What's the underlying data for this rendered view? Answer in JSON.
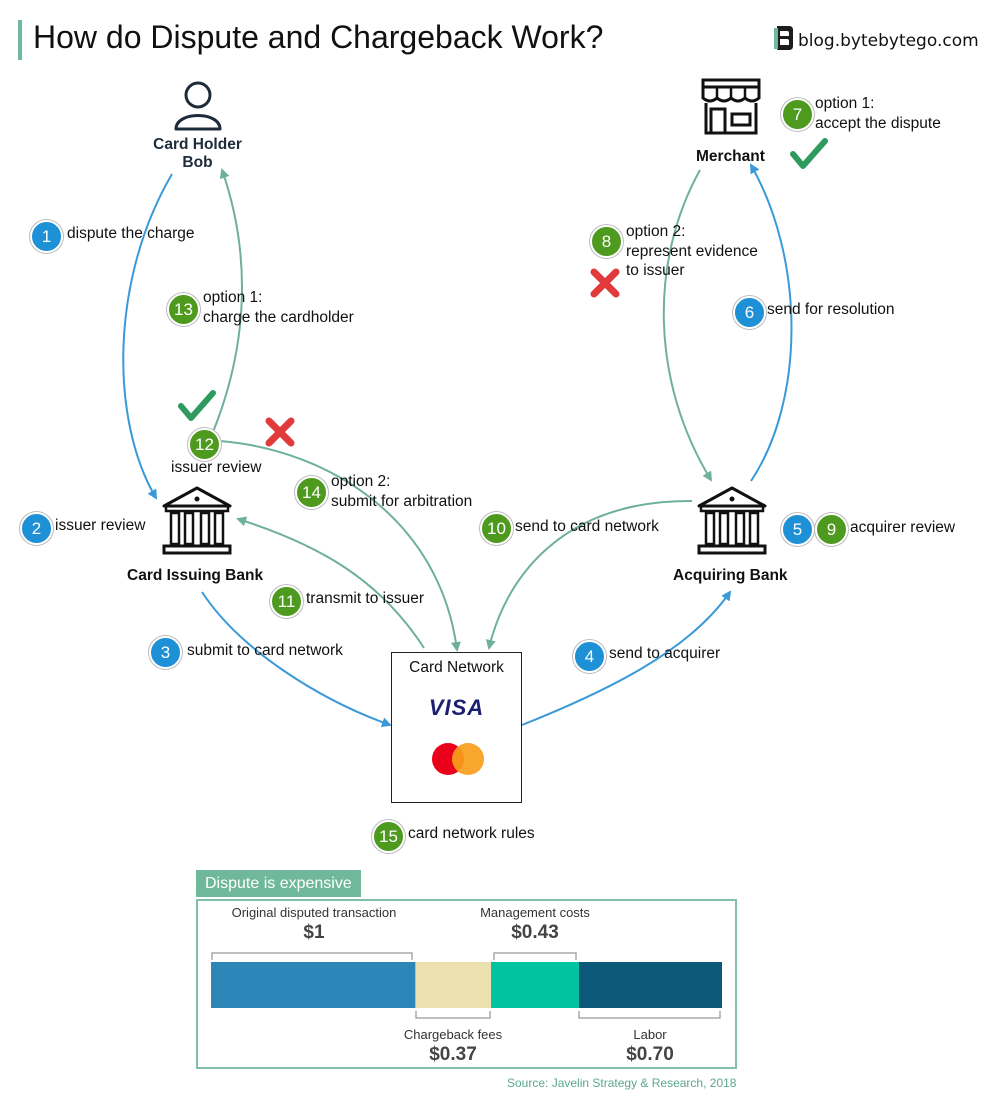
{
  "title": "How do Dispute and Chargeback Work?",
  "blog": "blog.bytebytego.com",
  "actors": {
    "cardholder": "Card Holder\nBob",
    "merchant": "Merchant",
    "issuing_bank": "Card Issuing Bank",
    "acquiring_bank": "Acquiring Bank",
    "card_network": "Card Network",
    "visa": "VISA"
  },
  "steps": [
    {
      "num": "1",
      "text": "dispute the charge",
      "color": "blue"
    },
    {
      "num": "2",
      "text": "issuer review",
      "color": "blue"
    },
    {
      "num": "3",
      "text": "submit to card network",
      "color": "blue"
    },
    {
      "num": "4",
      "text": "send to acquirer",
      "color": "blue"
    },
    {
      "num": "5",
      "text": "",
      "color": "blue"
    },
    {
      "num": "6",
      "text": "send for resolution",
      "color": "blue"
    },
    {
      "num": "7",
      "text": "option 1:\naccept the dispute",
      "color": "green"
    },
    {
      "num": "8",
      "text": "option 2:\nrepresent evidence\nto issuer",
      "color": "green"
    },
    {
      "num": "9",
      "text": "acquirer review",
      "color": "green"
    },
    {
      "num": "10",
      "text": "send to card network",
      "color": "green"
    },
    {
      "num": "11",
      "text": "transmit to issuer",
      "color": "green"
    },
    {
      "num": "12",
      "text": "issuer review",
      "color": "green"
    },
    {
      "num": "13",
      "text": "option 1:\ncharge the cardholder",
      "color": "green"
    },
    {
      "num": "14",
      "text": "option 2:\nsubmit for arbitration",
      "color": "green"
    },
    {
      "num": "15",
      "text": "card network rules",
      "color": "green"
    }
  ],
  "expense": {
    "tab": "Dispute is expensive",
    "segments": [
      {
        "caption": "Original disputed transaction",
        "amount": "$1",
        "value": 1.0,
        "color": "#2e86b8"
      },
      {
        "caption": "Chargeback fees",
        "amount": "$0.37",
        "value": 0.37,
        "color": "#ece0b0"
      },
      {
        "caption": "Management costs",
        "amount": "$0.43",
        "value": 0.43,
        "color": "#00c3a0"
      },
      {
        "caption": "Labor",
        "amount": "$0.70",
        "value": 0.7,
        "color": "#0b5878"
      }
    ],
    "source": "Source: Javelin Strategy & Research, 2018"
  },
  "colors": {
    "blue": "#1e90d6",
    "green": "#4e9a1f",
    "teal_arrow": "#6fb09c",
    "blue_arrow": "#3a9ad9"
  }
}
